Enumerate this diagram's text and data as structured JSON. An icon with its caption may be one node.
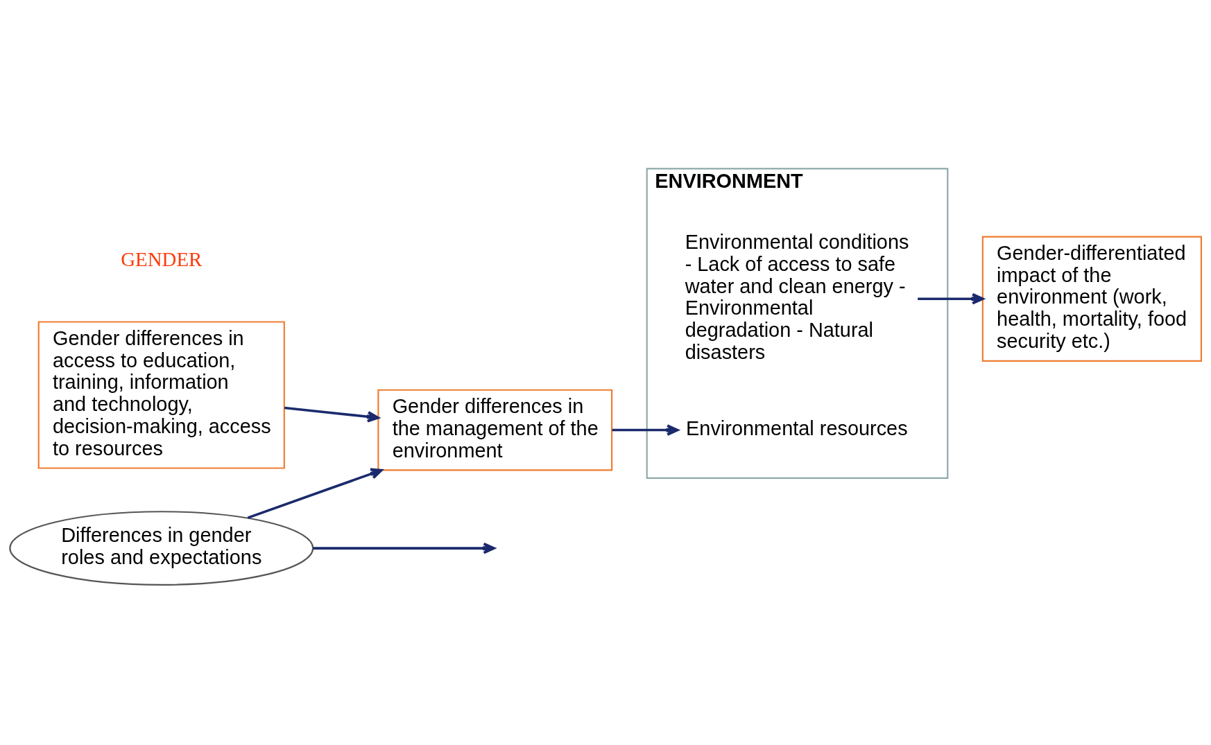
{
  "diagram": {
    "nodes": [
      {
        "text": [
          "ENVIRONMENT"
        ]
      },
      {
        "text": [
          "Environmental conditions - Lack of access to safe water and clean energy - Environmental degradation - Natural disasters"
        ],
        "in": 0
      },
      {
        "text": [
          "Environmental resources"
        ],
        "in": 0
      },
      {
        "text": [
          "Gender-differentiated impact of the environment (work, health, mortality, food security etc.)"
        ]
      },
      {
        "text": [
          "Differences in gender roles and expectations"
        ]
      },
      {
        "text": [
          "Gender differences in the management of the environment"
        ]
      },
      {
        "text": [
          "Gender differences in access to education, training, information and technology, decision-making, access to resources"
        ]
      }
    ],
    "edges": [
      {
        "from": 1,
        "to": 3,
        "arrow": "to"
      },
      {
        "from": 4,
        "to": null,
        "arrow": "to"
      },
      {
        "from": 4,
        "to": 5,
        "arrow": "to"
      },
      {
        "from": 5,
        "to": 2,
        "arrow": "to"
      },
      {
        "from": 6,
        "to": 5,
        "arrow": "to"
      }
    ],
    "labels": [
      "GENDER"
    ]
  }
}
